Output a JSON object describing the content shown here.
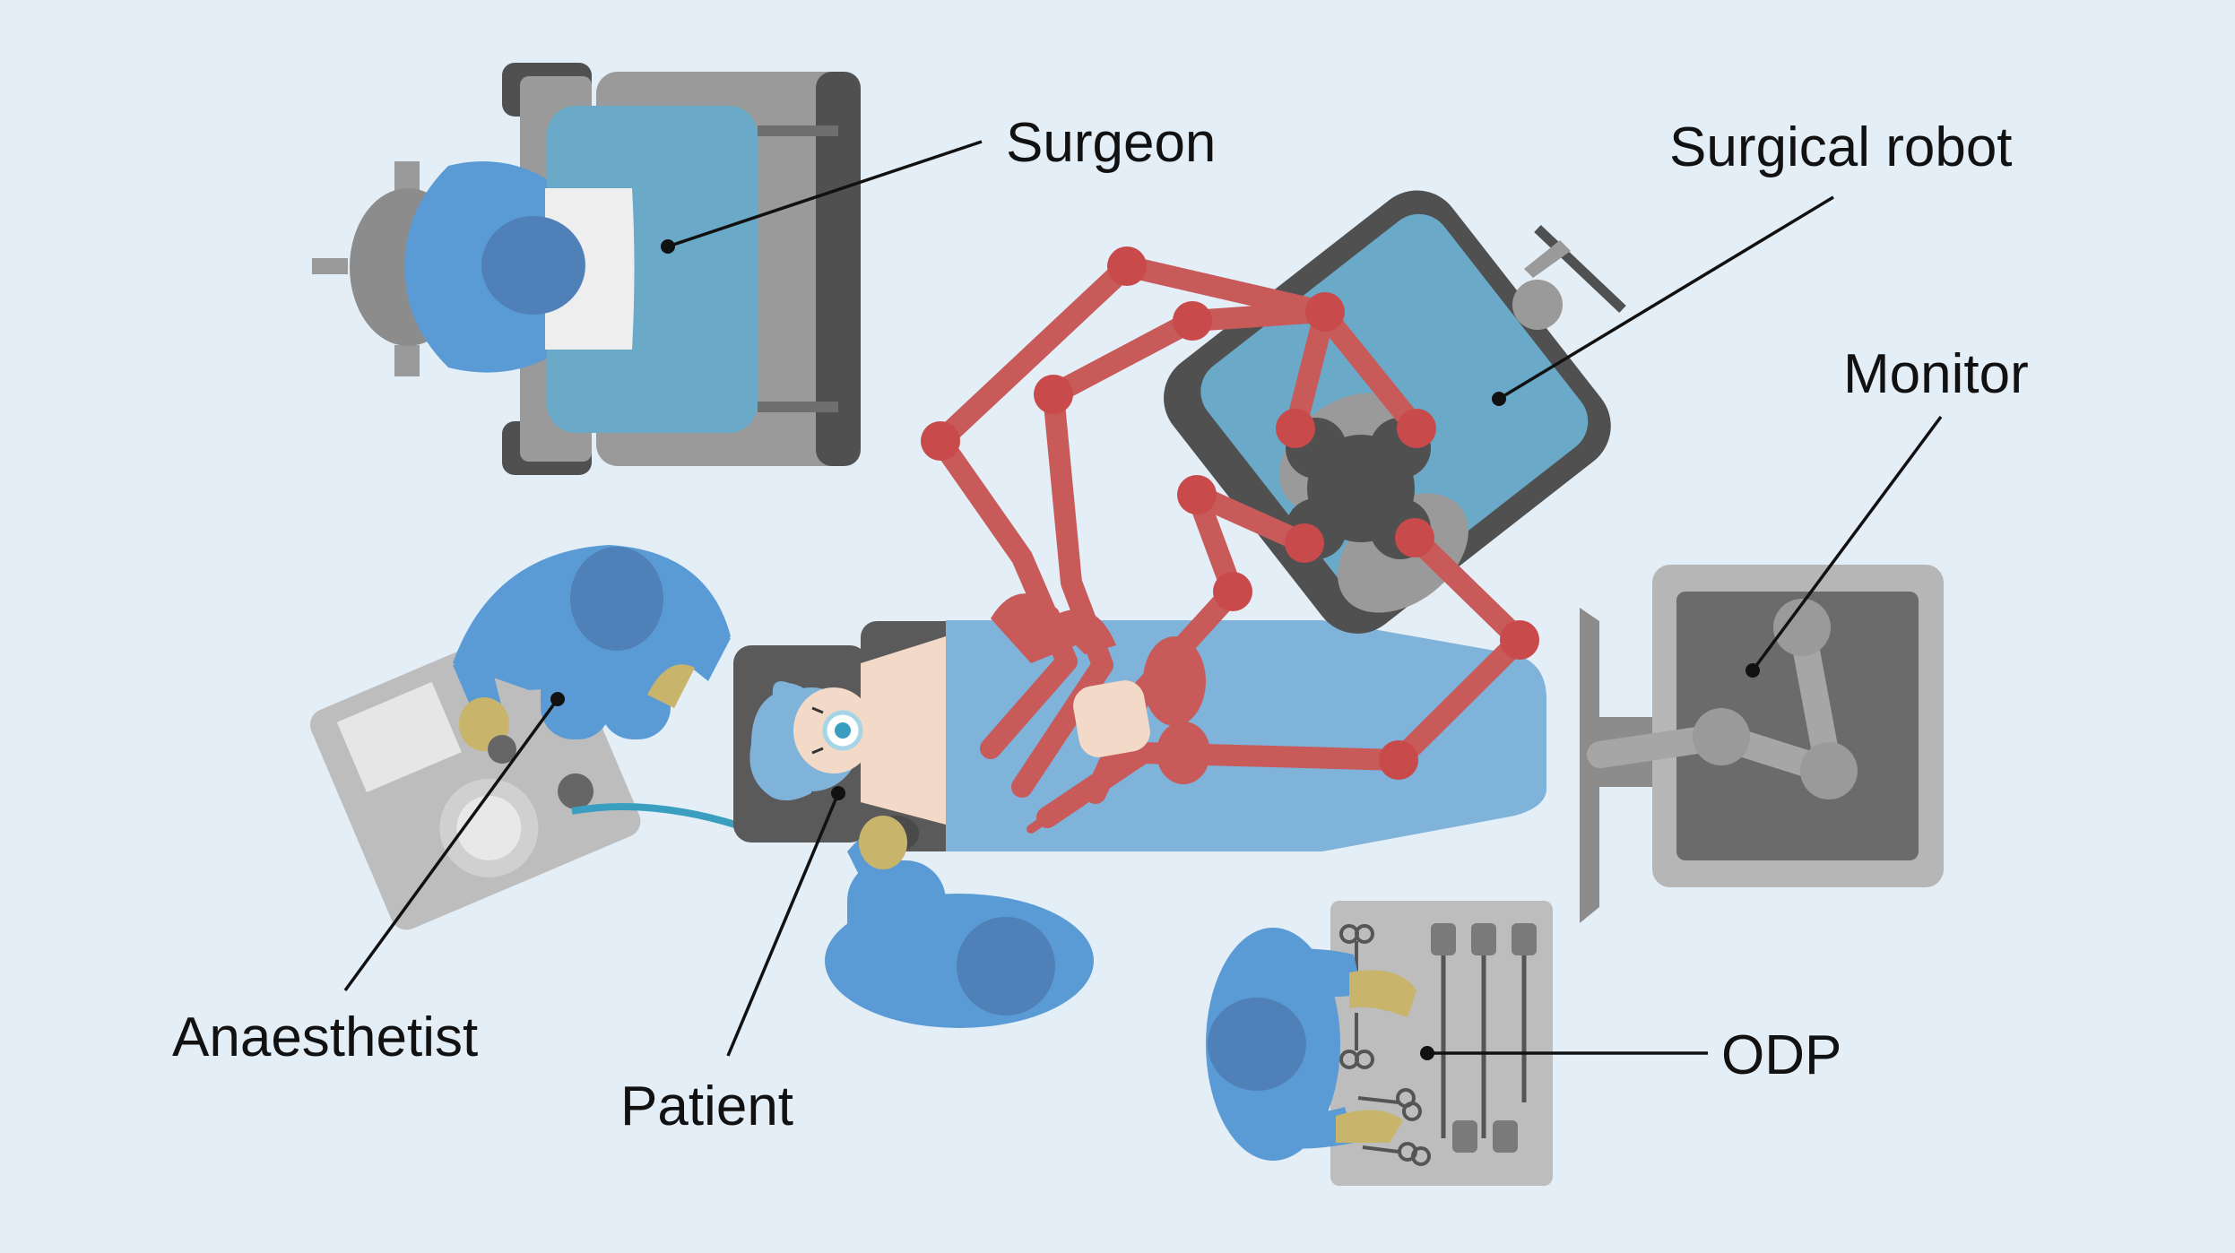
{
  "labels": {
    "surgeon": "Surgeon",
    "surgical_robot": "Surgical robot",
    "monitor": "Monitor",
    "anaesthetist": "Anaesthetist",
    "patient": "Patient",
    "odp": "ODP"
  },
  "colors": {
    "background": "#e4eef7",
    "scrubs": "#5a9bd5",
    "scrubs_dark": "#4f81b8",
    "drape": "#7fb3da",
    "console_blue": "#6aaac8",
    "robot_arm": "#c85a5a",
    "robot_joint": "#c84a4a",
    "equipment_grey": "#9a9a9a",
    "equipment_dark": "#505050",
    "glove": "#c8b46a",
    "tube": "#3a9ec0"
  }
}
